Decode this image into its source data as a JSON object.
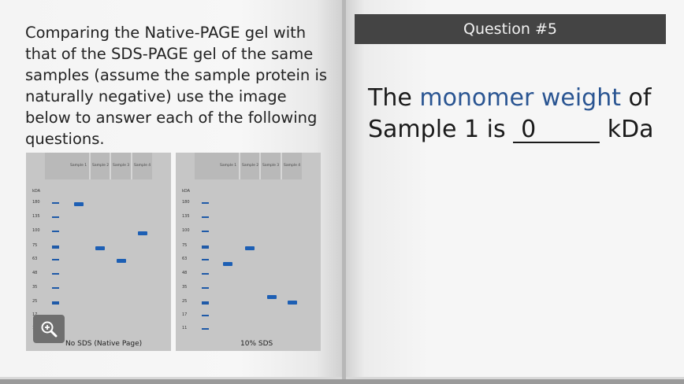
{
  "left_page": {
    "intro": "Comparing the Native-PAGE gel with that of the SDS-PAGE gel of the same samples (assume the sample protein is naturally negative) use the image below to answer each of the following questions.",
    "gels": [
      {
        "caption": "No SDS (Native Page)",
        "unit_label": "kDA",
        "lane_headers": [
          "Sample 1",
          "Sample 2",
          "Sample 3",
          "Sample 4"
        ],
        "markers": [
          "180",
          "135",
          "100",
          "75",
          "63",
          "48",
          "35",
          "25",
          "17",
          "11"
        ]
      },
      {
        "caption": "10% SDS",
        "unit_label": "kDA",
        "lane_headers": [
          "Sample 1",
          "Sample 2",
          "Sample 3",
          "Sample 4"
        ],
        "markers": [
          "180",
          "135",
          "100",
          "75",
          "63",
          "48",
          "35",
          "25",
          "17",
          "11"
        ]
      }
    ],
    "zoom_icon": "zoom-in-icon"
  },
  "right_page": {
    "header": "Question #5",
    "question_part1": "The ",
    "question_highlight": "monomer weight",
    "question_part2": " of Sample 1 is ",
    "answer": "0",
    "question_part3": " kDa",
    "highlight_color": "#2a5592"
  }
}
